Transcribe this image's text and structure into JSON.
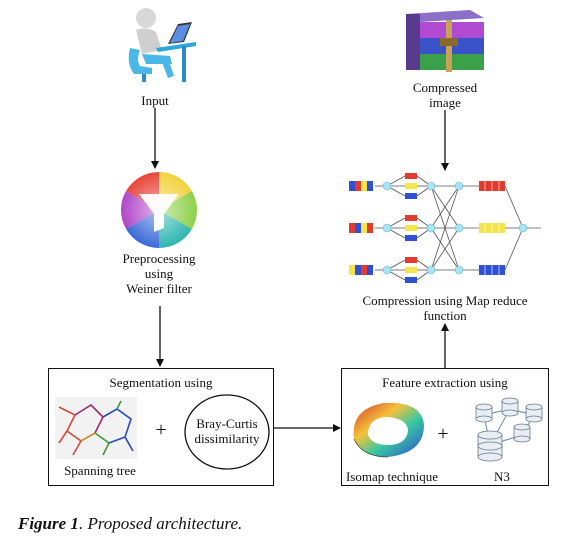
{
  "nodes": {
    "input": "Input",
    "compressed": [
      "Compressed",
      "image"
    ],
    "preprocessing": [
      "Preprocessing",
      "using",
      "Weiner filter"
    ],
    "compression": [
      "Compression using Map reduce",
      "function"
    ],
    "segmentation": {
      "title": "Segmentation using",
      "left_label": "Spanning tree",
      "circle_label": [
        "Bray-Curtis",
        "dissimilarity"
      ],
      "operator": "+"
    },
    "feature": {
      "title": "Feature extraction using",
      "left_label": "Isomap technique",
      "right_label": "N3",
      "operator": "+"
    }
  },
  "caption": {
    "label": "Figure 1",
    "text": ". Proposed architecture."
  },
  "colors": {
    "stroke": "#111111",
    "node_cyan": "#a8e4f4",
    "red": "#e23a2c",
    "yellow": "#f4e64a",
    "blue": "#2f4fd4"
  }
}
